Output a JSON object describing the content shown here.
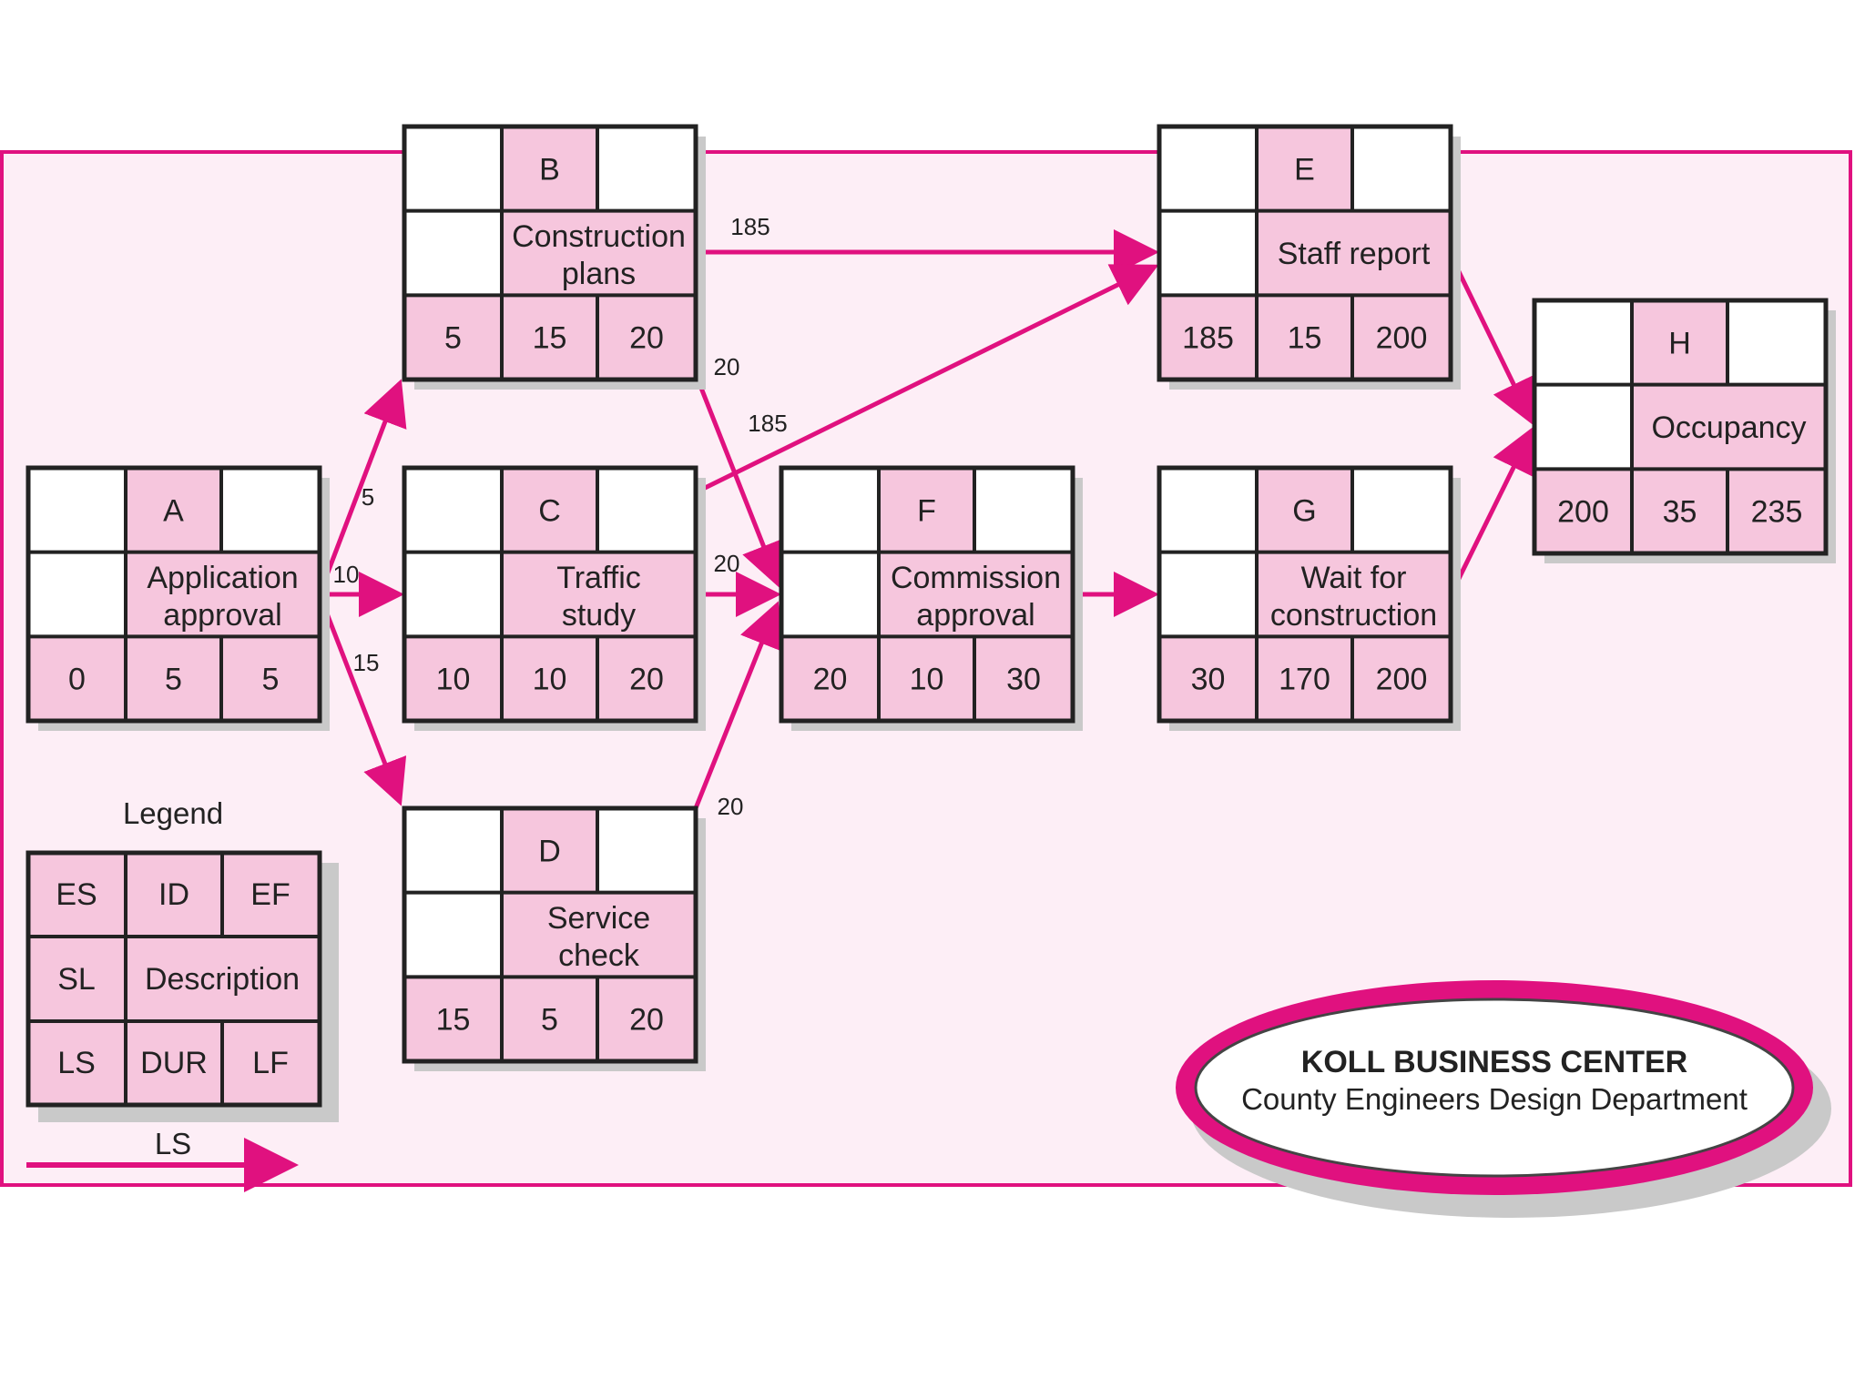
{
  "colors": {
    "accent": "#e0117f",
    "panel_bg": "#fdeef6",
    "cell_pink": "#f6c6dd",
    "cell_white": "#ffffff",
    "border": "#222222",
    "shadow": "#c9c9c9"
  },
  "nodes": {
    "A": {
      "id": "A",
      "desc": [
        "Application",
        "approval"
      ],
      "es": "0",
      "dur": "5",
      "ef": "5"
    },
    "B": {
      "id": "B",
      "desc": [
        "Construction",
        "plans"
      ],
      "es": "5",
      "dur": "15",
      "ef": "20"
    },
    "C": {
      "id": "C",
      "desc": [
        "Traffic",
        "study"
      ],
      "es": "10",
      "dur": "10",
      "ef": "20"
    },
    "D": {
      "id": "D",
      "desc": [
        "Service",
        "check"
      ],
      "es": "15",
      "dur": "5",
      "ef": "20"
    },
    "E": {
      "id": "E",
      "desc": [
        "Staff report"
      ],
      "es": "185",
      "dur": "15",
      "ef": "200"
    },
    "F": {
      "id": "F",
      "desc": [
        "Commission",
        "approval"
      ],
      "es": "20",
      "dur": "10",
      "ef": "30"
    },
    "G": {
      "id": "G",
      "desc": [
        "Wait for",
        "construction"
      ],
      "es": "30",
      "dur": "170",
      "ef": "200"
    },
    "H": {
      "id": "H",
      "desc": [
        "Occupancy"
      ],
      "es": "200",
      "dur": "35",
      "ef": "235"
    }
  },
  "edges": [
    {
      "from": "A",
      "to": "B",
      "label": "5"
    },
    {
      "from": "A",
      "to": "C",
      "label": "10"
    },
    {
      "from": "A",
      "to": "D",
      "label": "15"
    },
    {
      "from": "B",
      "to": "E",
      "label": "185"
    },
    {
      "from": "B",
      "to": "F",
      "label": "20"
    },
    {
      "from": "C",
      "to": "E",
      "label": "185"
    },
    {
      "from": "C",
      "to": "F",
      "label": "20"
    },
    {
      "from": "D",
      "to": "F",
      "label": "20"
    },
    {
      "from": "F",
      "to": "G",
      "label": ""
    },
    {
      "from": "E",
      "to": "H",
      "label": ""
    },
    {
      "from": "G",
      "to": "H",
      "label": ""
    }
  ],
  "legend": {
    "title": "Legend",
    "es": "ES",
    "id": "ID",
    "ef": "EF",
    "sl": "SL",
    "desc": "Description",
    "ls": "LS",
    "dur": "DUR",
    "lf": "LF",
    "arrow_label": "LS"
  },
  "title_badge": {
    "line1": "KOLL BUSINESS CENTER",
    "line2": "County Engineers Design Department"
  }
}
